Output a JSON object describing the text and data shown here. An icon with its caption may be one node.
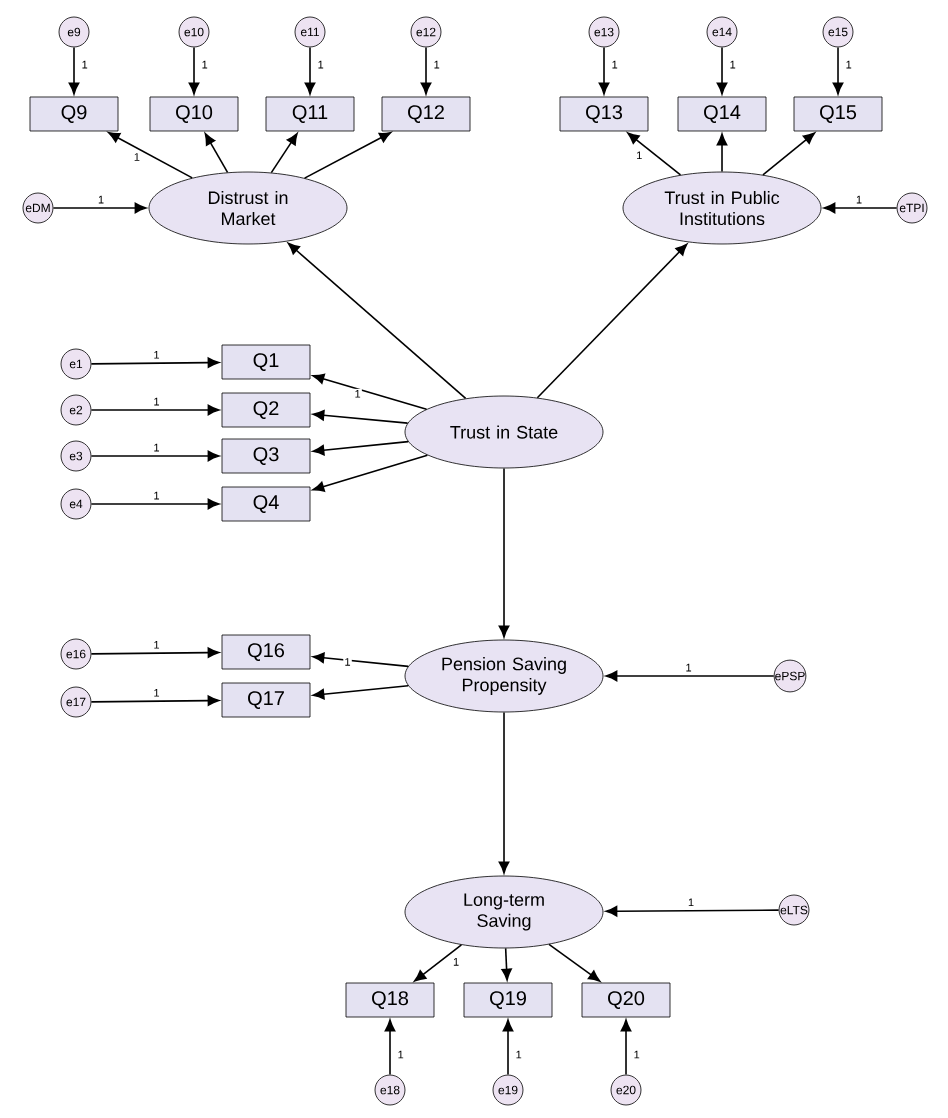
{
  "diagram": {
    "nodes": [
      {
        "text": [
          "e9"
        ]
      },
      {
        "text": [
          "e10"
        ]
      },
      {
        "text": [
          "e11"
        ]
      },
      {
        "text": [
          "e12"
        ]
      },
      {
        "text": [
          "e13"
        ]
      },
      {
        "text": [
          "e14"
        ]
      },
      {
        "text": [
          "e15"
        ]
      },
      {
        "text": [
          "Q9"
        ]
      },
      {
        "text": [
          "Q10"
        ]
      },
      {
        "text": [
          "Q11"
        ]
      },
      {
        "text": [
          "Q12"
        ]
      },
      {
        "text": [
          "Q13"
        ]
      },
      {
        "text": [
          "Q14"
        ]
      },
      {
        "text": [
          "Q15"
        ]
      },
      {
        "text": [
          "eDM"
        ]
      },
      {
        "text": [
          "Distrust in Market"
        ]
      },
      {
        "text": [
          "Trust in Public Institutions"
        ]
      },
      {
        "text": [
          "eTPI"
        ]
      },
      {
        "text": [
          "e1"
        ]
      },
      {
        "text": [
          "Q1"
        ]
      },
      {
        "text": [
          "e2"
        ]
      },
      {
        "text": [
          "Q2"
        ]
      },
      {
        "text": [
          "e3"
        ]
      },
      {
        "text": [
          "Q3"
        ]
      },
      {
        "text": [
          "e4"
        ]
      },
      {
        "text": [
          "Q4"
        ]
      },
      {
        "text": [
          "Trust in State"
        ]
      },
      {
        "text": [
          "e16"
        ]
      },
      {
        "text": [
          "Q16"
        ]
      },
      {
        "text": [
          "Pension Saving Propensity"
        ]
      },
      {
        "text": [
          "ePSP"
        ]
      },
      {
        "text": [
          "e17"
        ]
      },
      {
        "text": [
          "Q17"
        ]
      },
      {
        "text": [
          "Long-term Saving"
        ]
      },
      {
        "text": [
          "eLTS"
        ]
      },
      {
        "text": [
          "Q18"
        ]
      },
      {
        "text": [
          "Q19"
        ]
      },
      {
        "text": [
          "Q20"
        ]
      },
      {
        "text": [
          "e18"
        ]
      },
      {
        "text": [
          "e19"
        ]
      },
      {
        "text": [
          "e20"
        ]
      }
    ],
    "edges": [
      {
        "from": 0,
        "to": 7,
        "arrow": "to",
        "label": "1"
      },
      {
        "from": 1,
        "to": 8,
        "arrow": "to",
        "label": "1"
      },
      {
        "from": 2,
        "to": 9,
        "arrow": "to",
        "label": "1"
      },
      {
        "from": 3,
        "to": 10,
        "arrow": "to",
        "label": "1"
      },
      {
        "from": 4,
        "to": 11,
        "arrow": "to",
        "label": "1"
      },
      {
        "from": 5,
        "to": 12,
        "arrow": "to",
        "label": "1"
      },
      {
        "from": 6,
        "to": 13,
        "arrow": "to",
        "label": "1"
      },
      {
        "from": 15,
        "to": 7,
        "arrow": "to",
        "label": "1"
      },
      {
        "from": 15,
        "to": 8,
        "arrow": "to"
      },
      {
        "from": 15,
        "to": 9,
        "arrow": "to"
      },
      {
        "from": 15,
        "to": 10,
        "arrow": "to"
      },
      {
        "from": 16,
        "to": 11,
        "arrow": "to",
        "label": "1"
      },
      {
        "from": 16,
        "to": 12,
        "arrow": "to"
      },
      {
        "from": 16,
        "to": 13,
        "arrow": "to"
      },
      {
        "from": 14,
        "to": 15,
        "arrow": "to",
        "label": "1"
      },
      {
        "from": 17,
        "to": 16,
        "arrow": "to",
        "label": "1"
      },
      {
        "from": 18,
        "to": 19,
        "arrow": "to",
        "label": "1"
      },
      {
        "from": 20,
        "to": 21,
        "arrow": "to",
        "label": "1"
      },
      {
        "from": 22,
        "to": 23,
        "arrow": "to",
        "label": "1"
      },
      {
        "from": 24,
        "to": 25,
        "arrow": "to",
        "label": "1"
      },
      {
        "from": 26,
        "to": 19,
        "arrow": "to",
        "label": "1"
      },
      {
        "from": 26,
        "to": 21,
        "arrow": "to"
      },
      {
        "from": 26,
        "to": 23,
        "arrow": "to"
      },
      {
        "from": 26,
        "to": 25,
        "arrow": "to"
      },
      {
        "from": 26,
        "to": 15,
        "arrow": "to"
      },
      {
        "from": 26,
        "to": 16,
        "arrow": "to"
      },
      {
        "from": 26,
        "to": 29,
        "arrow": "to"
      },
      {
        "from": 27,
        "to": 28,
        "arrow": "to",
        "label": "1"
      },
      {
        "from": 31,
        "to": 32,
        "arrow": "to",
        "label": "1"
      },
      {
        "from": 29,
        "to": 28,
        "arrow": "to",
        "label": "1"
      },
      {
        "from": 29,
        "to": 32,
        "arrow": "to"
      },
      {
        "from": 30,
        "to": 29,
        "arrow": "to",
        "label": "1"
      },
      {
        "from": 29,
        "to": 33,
        "arrow": "to"
      },
      {
        "from": 34,
        "to": 33,
        "arrow": "to",
        "label": "1"
      },
      {
        "from": 33,
        "to": 35,
        "arrow": "to",
        "label": "1"
      },
      {
        "from": 33,
        "to": 36,
        "arrow": "to"
      },
      {
        "from": 33,
        "to": 37,
        "arrow": "to"
      },
      {
        "from": 38,
        "to": 35,
        "arrow": "to",
        "label": "1"
      },
      {
        "from": 39,
        "to": 36,
        "arrow": "to",
        "label": "1"
      },
      {
        "from": 40,
        "to": 37,
        "arrow": "to",
        "label": "1"
      }
    ]
  }
}
